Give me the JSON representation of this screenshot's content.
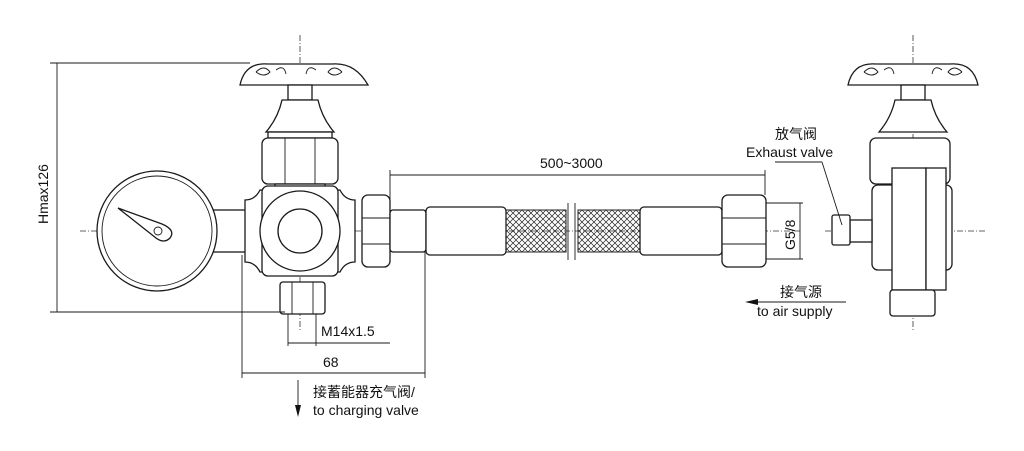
{
  "dimensions": {
    "height": "Hmax126",
    "hose_length": "500~3000",
    "thread_bottom": "M14x1.5",
    "thread_hose": "G5/8",
    "width": "68"
  },
  "labels": {
    "exhaust_cn": "放气阀",
    "exhaust_en": "Exhaust valve",
    "air_cn": "接气源",
    "air_en": "to air supply",
    "charging_cn": "接蓄能器充气阀/",
    "charging_en": "to charging valve"
  }
}
